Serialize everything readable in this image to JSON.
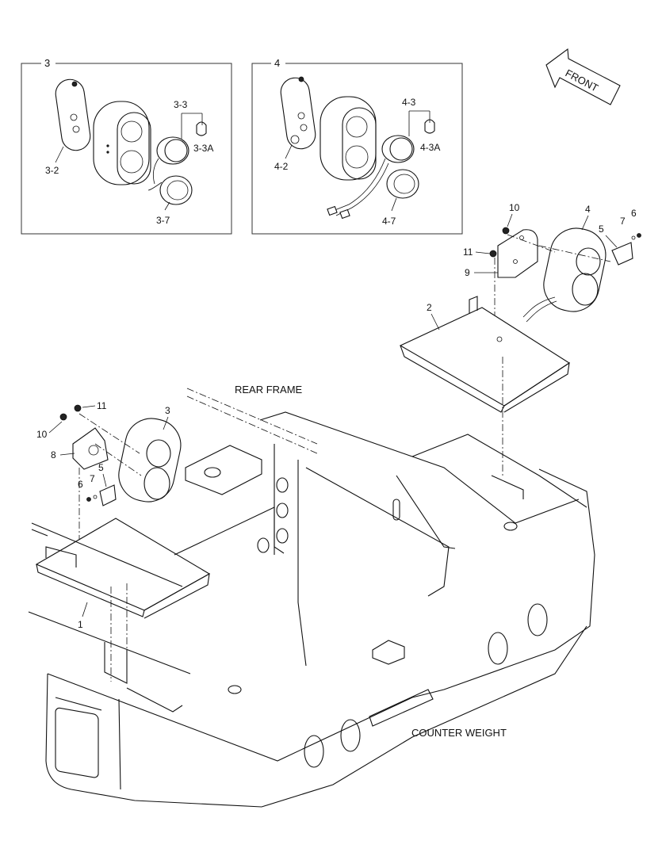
{
  "diagram": {
    "inset_left": {
      "title": "3",
      "labels": {
        "cover": "3-2",
        "bulb": "3-3",
        "bulb_alt": "3-3A",
        "lamp": "3-7"
      }
    },
    "inset_right": {
      "title": "4",
      "labels": {
        "cover": "4-2",
        "bulb": "4-3",
        "bulb_alt": "4-3A",
        "lamp": "4-7"
      }
    },
    "front_arrow_text": "FRONT",
    "rear_frame_label": "REAR FRAME",
    "counter_weight_label": "COUNTER WEIGHT",
    "callouts_right": {
      "c10": "10",
      "c4": "4",
      "c7": "7",
      "c6": "6",
      "c5": "5",
      "c11": "11",
      "c9": "9",
      "c2": "2"
    },
    "callouts_left": {
      "c11": "11",
      "c10": "10",
      "c3": "3",
      "c8": "8",
      "c5": "5",
      "c7": "7",
      "c6": "6",
      "c1": "1"
    }
  }
}
